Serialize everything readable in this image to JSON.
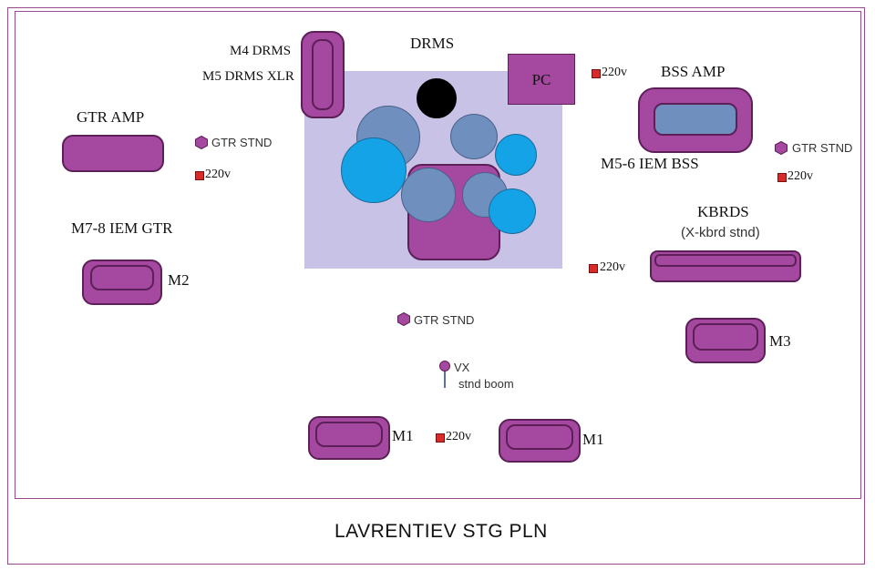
{
  "title": "LAVRENTIEV STG PLN",
  "labels": {
    "drums": "DRMS",
    "m4": "M4 DRMS",
    "m5_xlr": "M5 DRMS XLR",
    "pc": "PC",
    "gtr_amp": "GTR AMP",
    "bss_amp": "BSS AMP",
    "m5_6": "M5-6 IEM BSS",
    "m7_8": "M7-8 IEM GTR",
    "kbrds": "KBRDS",
    "kbrds_stand": "(X-kbrd stnd)",
    "m1_left": "M1",
    "m1_right": "M1",
    "m2": "M2",
    "m3": "M3",
    "vx_line1": "VX",
    "vx_line2": "stnd boom"
  },
  "gtr_stands": [
    {
      "label": "GTR STND"
    },
    {
      "label": "GTR STND"
    },
    {
      "label": "GTR STND"
    }
  ],
  "power_outlets": [
    {
      "label": "220v"
    },
    {
      "label": "220v"
    },
    {
      "label": "220v"
    },
    {
      "label": "220v"
    },
    {
      "label": "220v"
    }
  ],
  "colors": {
    "equipment_purple": "#a548a0",
    "drum_zone": "#c8c3e6",
    "drum_grey": "#6f8fbe",
    "drum_cyan": "#14a3e6",
    "outlet_red": "#d92a2a",
    "border": "#9a4a8a"
  },
  "icons": {
    "guitar_stand": "hexagon-icon",
    "power_outlet": "red-square-icon",
    "vocal_mic": "mic-stand-icon"
  }
}
